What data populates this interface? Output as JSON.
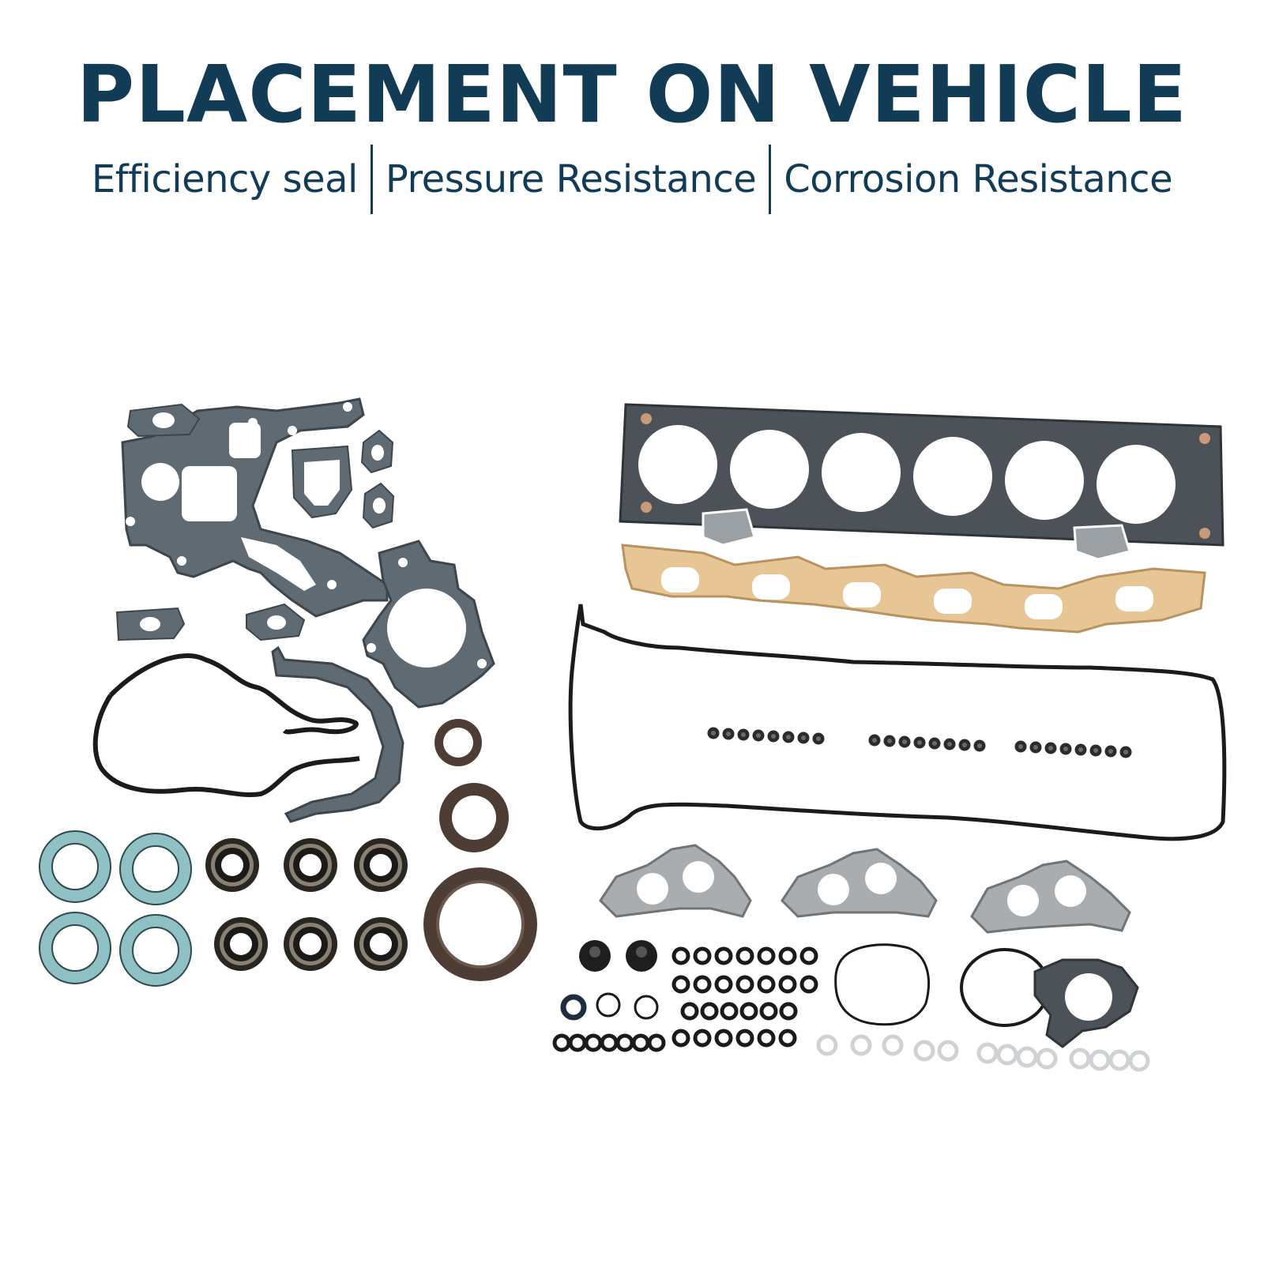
{
  "header": {
    "title": "PLACEMENT ON VEHICLE",
    "features": [
      "Efficiency seal",
      "Pressure Resistance",
      "Corrosion Resistance"
    ]
  },
  "colors": {
    "title": "#123b55",
    "gasket_gray": "#5b6770",
    "rubber_black": "#1a1a1a",
    "seal_brown": "#4a3a33",
    "fiber_tan": "#e7c595",
    "teal_washer": "#8fc1c4",
    "steel_light": "#b9bcbf"
  },
  "icons": [
    "gasket-set-photo"
  ]
}
